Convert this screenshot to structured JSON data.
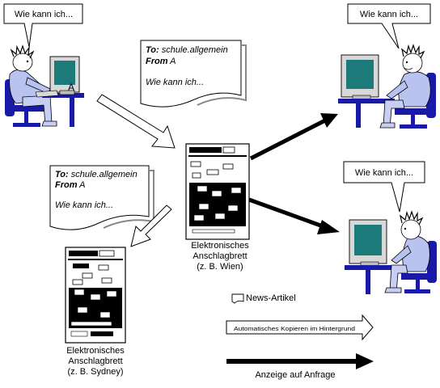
{
  "bubbles": {
    "top_left": "Wie kann ich...",
    "top_right": "Wie kann ich...",
    "mid_right": "Wie kann ich..."
  },
  "computer_label": "A",
  "message_top": {
    "to_label": "To:",
    "to_value": "schule.allgemein",
    "from_label": "From",
    "from_value": "A",
    "body": "Wie kann ich..."
  },
  "message_left": {
    "to_label": "To:",
    "to_value": "schule.allgemein",
    "from_label": "From",
    "from_value": "A",
    "body": "Wie kann ich..."
  },
  "board_vienna": {
    "line1": "Elektronisches",
    "line2": "Anschlagbrett",
    "line3": "(z. B. Wien)"
  },
  "board_sydney": {
    "line1": "Elektronisches",
    "line2": "Anschlagbrett",
    "line3": "(z. B. Sydney)"
  },
  "legend": {
    "news_article": "News-Artikel",
    "auto_copy": "Automatisches Kopieren im Hintergrund",
    "on_request": "Anzeige auf Anfrage"
  }
}
